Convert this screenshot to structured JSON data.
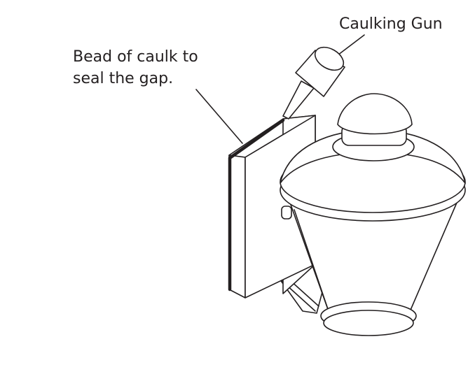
{
  "labels": {
    "bead_line1": "Bead of caulk to",
    "bead_line2": "seal the gap.",
    "caulking_gun": "Caulking Gun"
  },
  "colors": {
    "stroke": "#231f20",
    "fill": "#ffffff"
  }
}
